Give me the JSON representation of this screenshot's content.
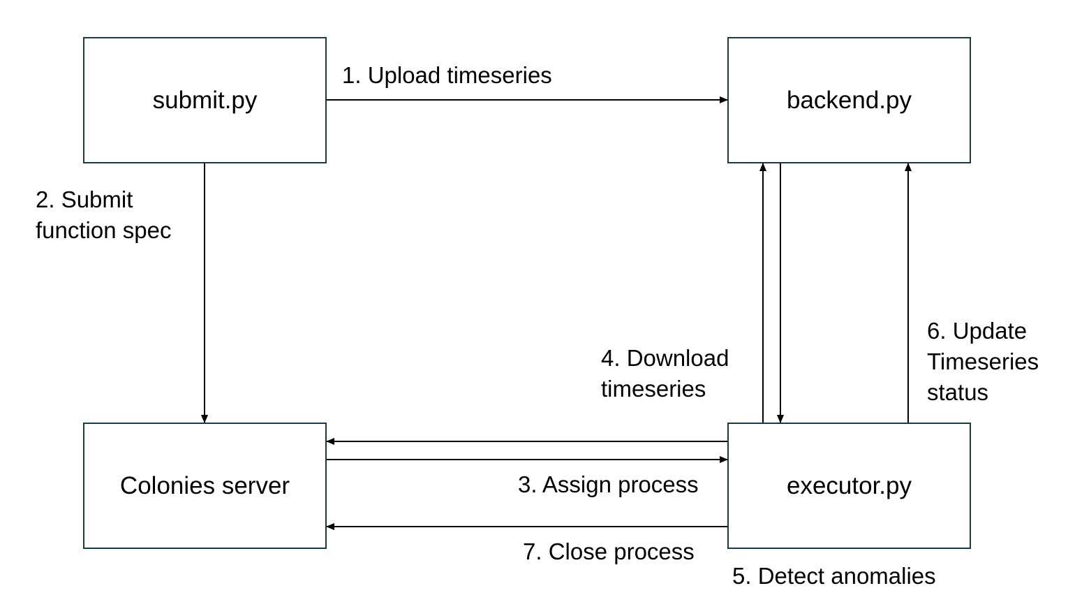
{
  "nodes": {
    "submit": "submit.py",
    "backend": "backend.py",
    "colonies": "Colonies server",
    "executor": "executor.py"
  },
  "edges": {
    "upload": "1. Upload timeseries",
    "submit_spec": "2. Submit\nfunction spec",
    "assign": "3. Assign process",
    "download": "4. Download\ntimeseries",
    "detect": "5. Detect anomalies",
    "update": "6. Update\nTimeseries\nstatus",
    "close": "7. Close process"
  },
  "colors": {
    "box_border": "#1d3b3f",
    "arrow": "#000000"
  }
}
